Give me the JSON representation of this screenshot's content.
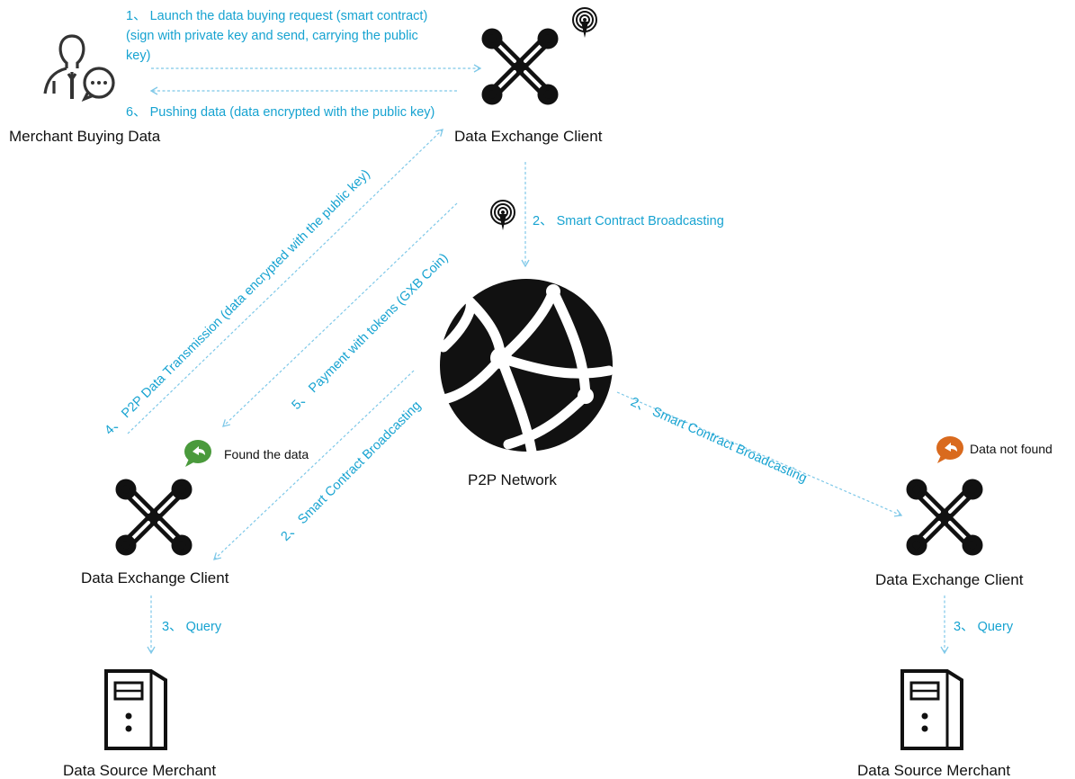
{
  "colors": {
    "accent": "#17a3d1",
    "accent_light": "#7ec8e8",
    "found": "#4a9a3c",
    "not_found": "#d96a1e",
    "icon": "#111111"
  },
  "nodes": {
    "merchant": {
      "label": "Merchant Buying Data",
      "icon": "person-chat-icon"
    },
    "client_top": {
      "label": "Data Exchange Client",
      "icon": "gxb-x-logo-icon"
    },
    "p2p": {
      "label": "P2P Network",
      "icon": "globe-network-icon"
    },
    "client_left": {
      "label": "Data Exchange Client",
      "icon": "gxb-x-logo-icon"
    },
    "client_right": {
      "label": "Data Exchange Client",
      "icon": "gxb-x-logo-icon"
    },
    "source_left": {
      "label": "Data Source Merchant",
      "icon": "server-icon"
    },
    "source_right": {
      "label": "Data Source Merchant",
      "icon": "server-icon"
    }
  },
  "steps": {
    "s1_line1": "1、 Launch the data buying request (smart contract)",
    "s1_line2": "(sign with private key and send, carrying the public",
    "s1_line3": "key)",
    "s6": "6、 Pushing data (data encrypted with the public key)",
    "s2_top": "2、 Smart Contract Broadcasting",
    "s2_left": "2、 Smart Contract Broadcasting",
    "s2_right": "2、 Smart Contract Broadcasting",
    "s4": "4、 P2P Data Transmission (data encrypted with the public key)",
    "s5": "5、 Payment with tokens (GXB Coin)",
    "s3_left": "3、 Query",
    "s3_right": "3、 Query"
  },
  "notes": {
    "found": {
      "text": "Found the data",
      "icon": "reply-bubble-icon"
    },
    "not_found": {
      "text": "Data not found",
      "icon": "reply-bubble-icon"
    }
  },
  "broadcast_icon": "broadcast-antenna-icon"
}
